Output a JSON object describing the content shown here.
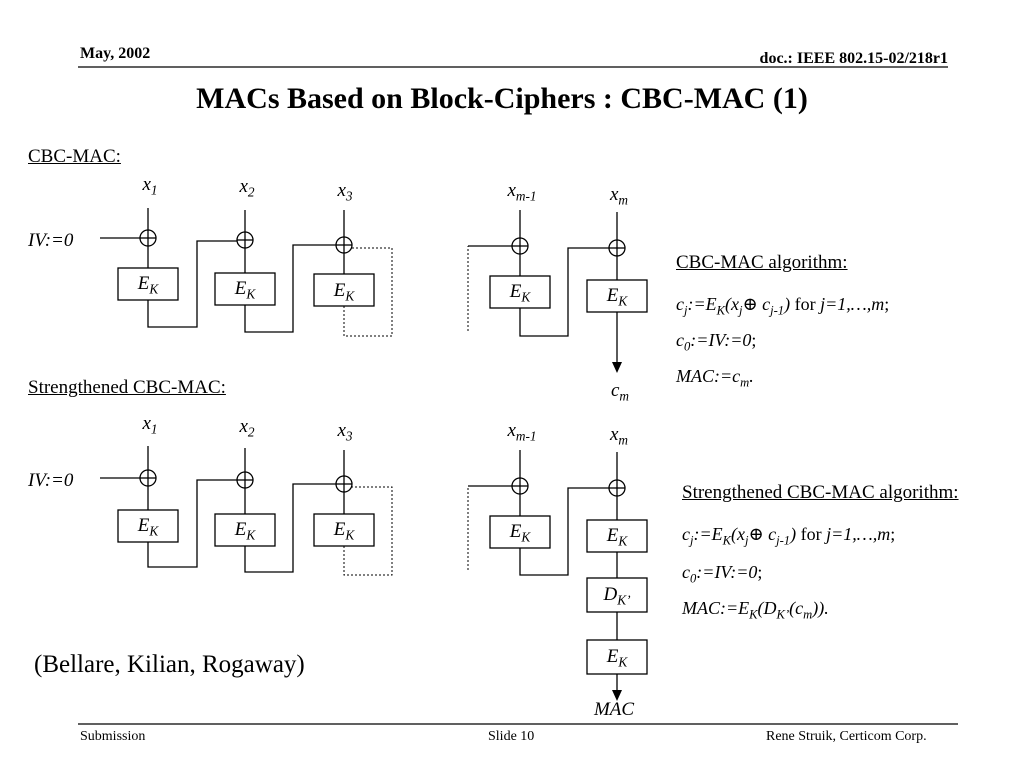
{
  "header": {
    "date": "May, 2002",
    "doc_id": "doc.: IEEE 802.15-02/218r1"
  },
  "title": "MACs Based on Block-Ciphers : CBC-MAC (1)",
  "sections": {
    "cbc_mac": "CBC-MAC:",
    "strengthened": "Strengthened CBC-MAC:"
  },
  "diagram": {
    "inputs": [
      "1",
      "2",
      "3",
      "m-1",
      "m"
    ],
    "input_var": "x",
    "iv": "IV:=0",
    "block": "E",
    "key": "K",
    "decrypt_block": "D",
    "decrypt_key": "K’",
    "output_var": "c",
    "output_sub": "m",
    "mac_output": "MAC"
  },
  "algorithm_cbc": {
    "heading": "CBC-MAC algorithm:",
    "line1_plain": "for",
    "line1_range": "j=1,…,m",
    "line2": "IV:=0",
    "line3": "MAC:=c"
  },
  "algorithm_strengthened": {
    "heading": "Strengthened CBC-MAC algorithm:",
    "line1_plain": "for",
    "line1_range": "j=1,…,m",
    "line2": "IV:=0"
  },
  "citation": "(Bellare, Kilian, Rogaway)",
  "footer": {
    "left": "Submission",
    "center": "Slide 10",
    "right": "Rene Struik, Certicom Corp."
  }
}
